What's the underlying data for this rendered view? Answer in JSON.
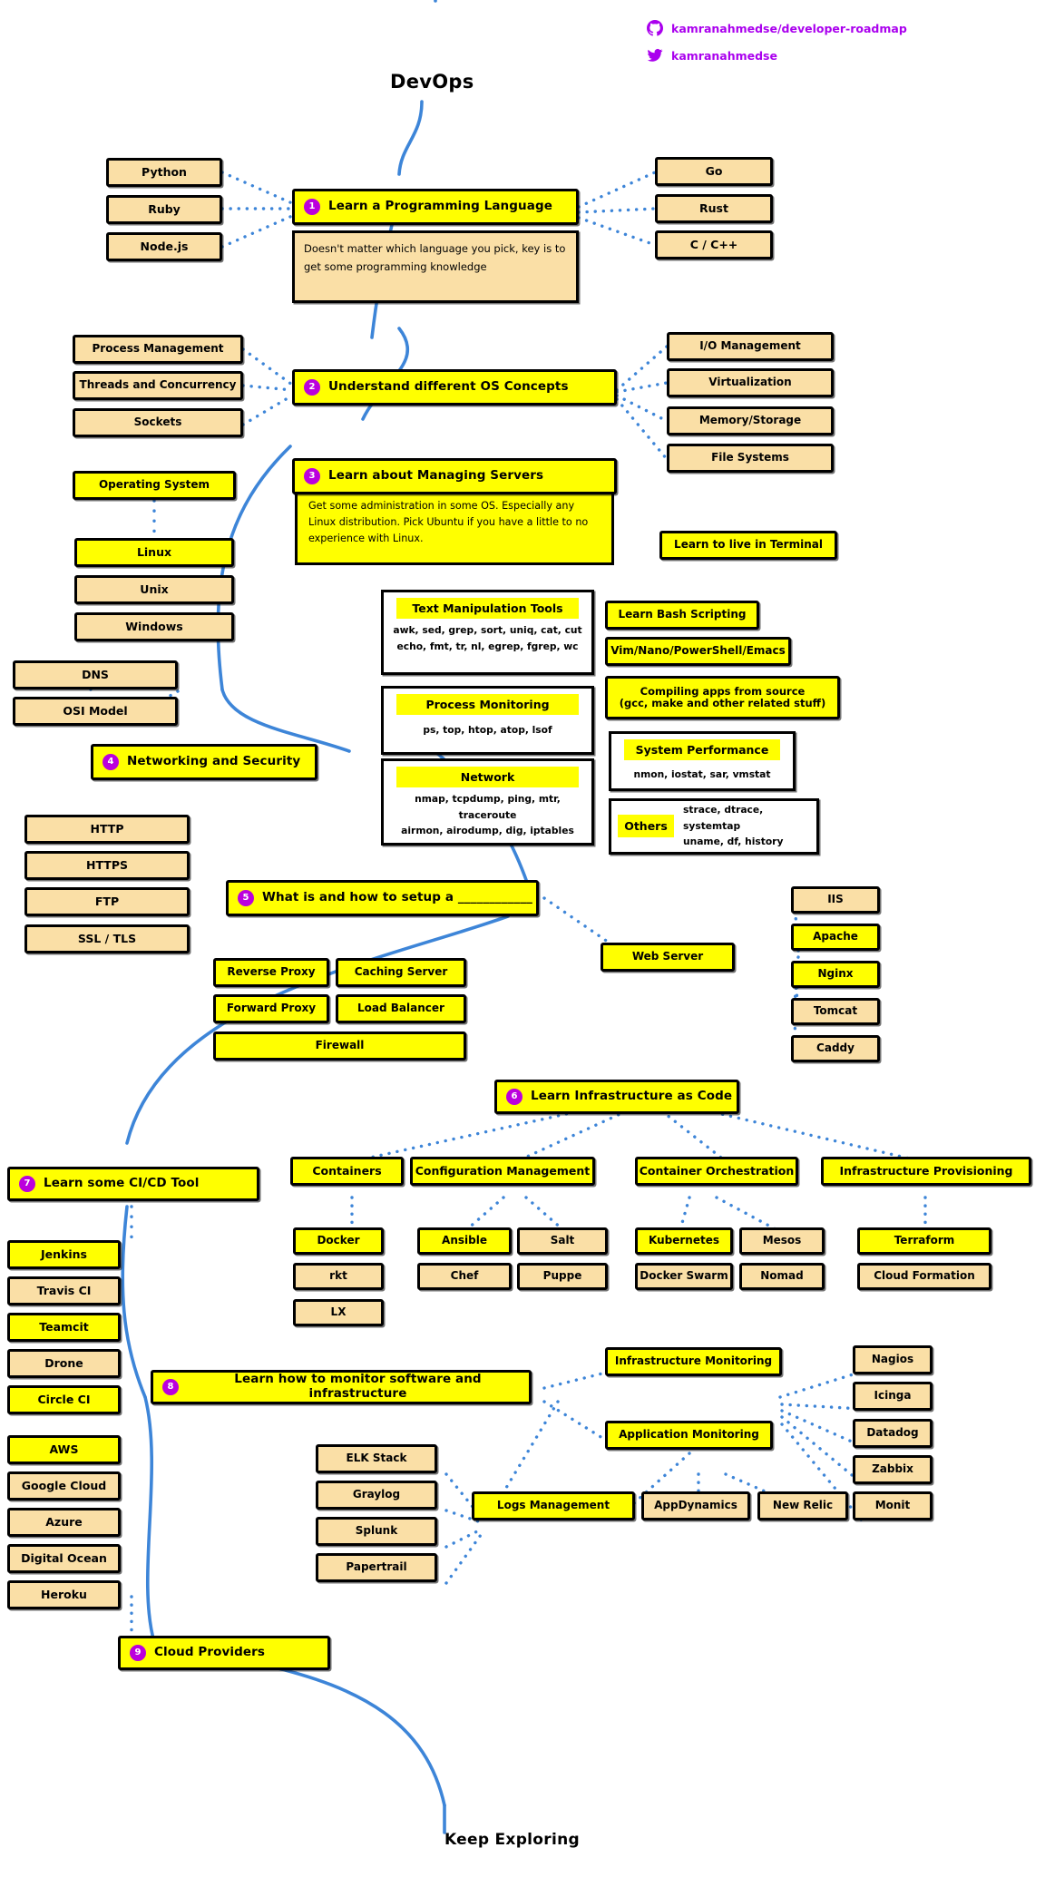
{
  "header": {
    "title": "DevOps",
    "github": {
      "icon": "github-icon",
      "label": "kamranahmedse/developer-roadmap"
    },
    "twitter": {
      "icon": "twitter-icon",
      "label": "kamranahmedse"
    },
    "accent_purple": "#aa00ee",
    "yellow": "#ffff00",
    "tan": "#fadfa6",
    "line_blue": "#3d85d8"
  },
  "footer": {
    "label": "Keep Exploring"
  },
  "steps": [
    {
      "num": "1",
      "label": "Learn a Programming Language",
      "desc": "Doesn't matter which language you pick, key is to get some programming knowledge"
    },
    {
      "num": "2",
      "label": "Understand different OS Concepts"
    },
    {
      "num": "3",
      "label": "Learn about Managing Servers",
      "desc": "Get some administration in some OS. Especially any Linux distribution. Pick Ubuntu if you have a little to no experience with Linux."
    },
    {
      "num": "4",
      "label": "Networking and Security"
    },
    {
      "num": "5",
      "label": "What is and how to setup a ____________"
    },
    {
      "num": "6",
      "label": "Learn Infrastructure as Code"
    },
    {
      "num": "7",
      "label": "Learn some CI/CD Tool"
    },
    {
      "num": "8",
      "label": "Learn how to monitor software and infrastructure"
    },
    {
      "num": "9",
      "label": "Cloud Providers"
    }
  ],
  "languages_left": [
    "Python",
    "Ruby",
    "Node.js"
  ],
  "languages_right": [
    "Go",
    "Rust",
    "C / C++"
  ],
  "os_left": [
    "Process Management",
    "Threads and Concurrency",
    "Sockets"
  ],
  "os_right": [
    "I/O Management",
    "Virtualization",
    "Memory/Storage",
    "File Systems"
  ],
  "servers": {
    "operating_system": "Operating System",
    "os_list": [
      {
        "label": "Linux",
        "style": "yellow"
      },
      {
        "label": "Unix",
        "style": "tan"
      },
      {
        "label": "Windows",
        "style": "tan"
      }
    ]
  },
  "terminal": {
    "title": "Learn to live in Terminal",
    "groups": [
      {
        "title": "Text Manipulation Tools",
        "items": [
          "awk, sed, grep, sort, uniq, cat, cut",
          "echo, fmt, tr, nl, egrep, fgrep, wc"
        ]
      },
      {
        "title": "Process Monitoring",
        "items": [
          "ps, top, htop, atop, lsof"
        ]
      },
      {
        "title": "Network",
        "items": [
          "nmap, tcpdump, ping, mtr, traceroute",
          "airmon, airodump, dig, iptables"
        ]
      }
    ],
    "right_boxes": [
      {
        "label": "Learn Bash Scripting",
        "type": "simple"
      },
      {
        "label": "Vim/Nano/PowerShell/Emacs",
        "type": "simple"
      },
      {
        "label": "Compiling apps from source\n(gcc, make and other related stuff)",
        "type": "simple-multiline"
      }
    ],
    "right_groups": [
      {
        "title": "System Performance",
        "items": [
          "nmon, iostat, sar, vmstat"
        ]
      }
    ],
    "others": {
      "title": "Others",
      "items": [
        "strace, dtrace, systemtap",
        "uname, df, history"
      ]
    }
  },
  "networking": {
    "top": [
      "DNS",
      "OSI Model"
    ],
    "bottom": [
      "HTTP",
      "HTTPS",
      "FTP",
      "SSL / TLS"
    ]
  },
  "setup": {
    "left_items": [
      {
        "label": "Reverse Proxy",
        "style": "yellow"
      },
      {
        "label": "Caching Server",
        "style": "yellow"
      },
      {
        "label": "Forward Proxy",
        "style": "yellow"
      },
      {
        "label": "Load Balancer",
        "style": "yellow"
      },
      {
        "label": "Firewall",
        "style": "yellow"
      }
    ],
    "web_server": "Web Server",
    "web_server_items": [
      {
        "label": "IIS",
        "style": "tan"
      },
      {
        "label": "Apache",
        "style": "yellow"
      },
      {
        "label": "Nginx",
        "style": "yellow"
      },
      {
        "label": "Tomcat",
        "style": "tan"
      },
      {
        "label": "Caddy",
        "style": "tan"
      }
    ]
  },
  "iac": {
    "columns": [
      {
        "title": "Containers",
        "items": [
          {
            "label": "Docker",
            "style": "yellow"
          },
          {
            "label": "rkt",
            "style": "tan"
          },
          {
            "label": "LX",
            "style": "tan"
          }
        ]
      },
      {
        "title": "Configuration Management",
        "items": [
          {
            "label": "Ansible",
            "style": "yellow"
          },
          {
            "label": "Salt",
            "style": "tan"
          },
          {
            "label": "Chef",
            "style": "tan"
          },
          {
            "label": "Puppe",
            "style": "tan"
          }
        ]
      },
      {
        "title": "Container Orchestration",
        "items": [
          {
            "label": "Kubernetes",
            "style": "yellow"
          },
          {
            "label": "Mesos",
            "style": "tan"
          },
          {
            "label": "Docker Swarm",
            "style": "tan"
          },
          {
            "label": "Nomad",
            "style": "tan"
          }
        ]
      },
      {
        "title": "Infrastructure Provisioning",
        "items": [
          {
            "label": "Terraform",
            "style": "yellow"
          },
          {
            "label": "Cloud Formation",
            "style": "tan"
          }
        ]
      }
    ]
  },
  "cicd_tools": [
    {
      "label": "Jenkins",
      "style": "yellow"
    },
    {
      "label": "Travis CI",
      "style": "tan"
    },
    {
      "label": "Teamcit",
      "style": "yellow"
    },
    {
      "label": "Drone",
      "style": "tan"
    },
    {
      "label": "Circle CI",
      "style": "yellow"
    }
  ],
  "cloud_providers": [
    {
      "label": "AWS",
      "style": "yellow"
    },
    {
      "label": "Google Cloud",
      "style": "tan"
    },
    {
      "label": "Azure",
      "style": "tan"
    },
    {
      "label": "Digital Ocean",
      "style": "tan"
    },
    {
      "label": "Heroku",
      "style": "tan"
    }
  ],
  "monitoring": {
    "infrastructure": "Infrastructure Monitoring",
    "application": "Application Monitoring",
    "logs": "Logs Management",
    "logs_tools": [
      {
        "label": "ELK Stack",
        "style": "tan"
      },
      {
        "label": "Graylog",
        "style": "tan"
      },
      {
        "label": "Splunk",
        "style": "tan"
      },
      {
        "label": "Papertrail",
        "style": "tan"
      }
    ],
    "app_tools": [
      {
        "label": "AppDynamics",
        "style": "tan"
      },
      {
        "label": "New Relic",
        "style": "tan"
      }
    ],
    "infra_tools": [
      {
        "label": "Nagios",
        "style": "tan"
      },
      {
        "label": "Icinga",
        "style": "tan"
      },
      {
        "label": "Datadog",
        "style": "tan"
      },
      {
        "label": "Zabbix",
        "style": "tan"
      },
      {
        "label": "Monit",
        "style": "tan"
      }
    ]
  }
}
